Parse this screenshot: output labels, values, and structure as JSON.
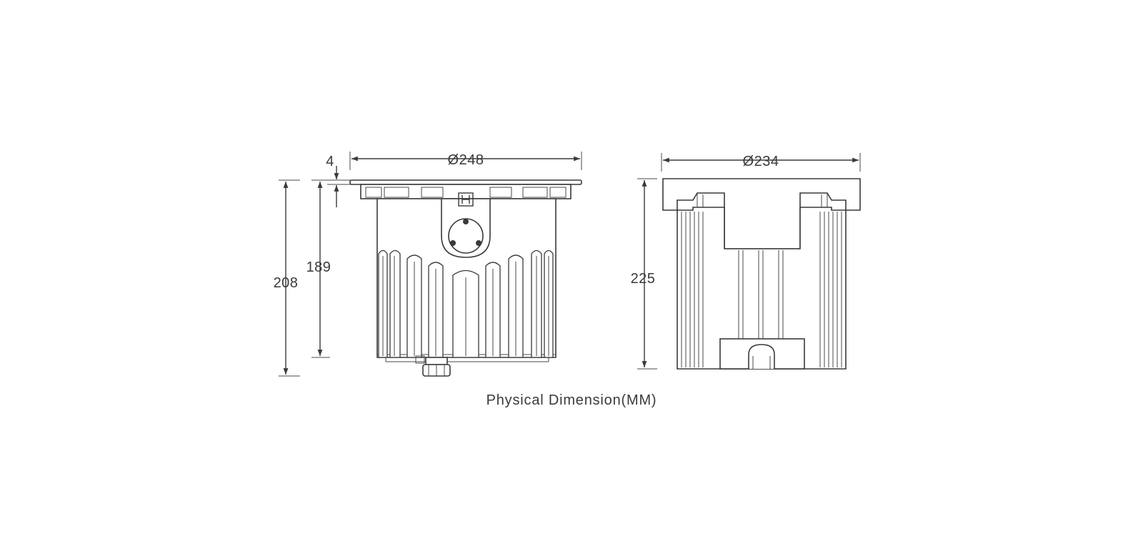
{
  "diagram": {
    "caption": "Physical Dimension(MM)",
    "front_view": {
      "width_label": "Ø248",
      "flange_label": "4",
      "total_height_label": "208",
      "body_height_label": "189"
    },
    "side_view": {
      "width_label": "Ø234",
      "height_label": "225"
    }
  }
}
